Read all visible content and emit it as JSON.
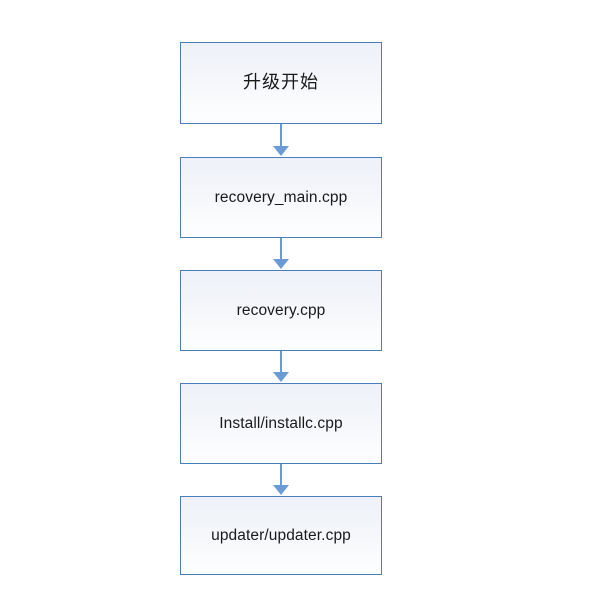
{
  "diagram": {
    "type": "flowchart",
    "orientation": "vertical-top-down",
    "background_color": "#ffffff",
    "node_border_color": "#4a7ebb",
    "node_fill_top_color": "#eef1f8",
    "node_fill_bottom_color": "#fdfefe",
    "connector_color": "#6a9bd5",
    "text_color": "#1a1a1a",
    "nodes": [
      {
        "id": "node-0",
        "label": "升级开始",
        "script": "cjk"
      },
      {
        "id": "node-1",
        "label": "recovery_main.cpp",
        "script": "latin"
      },
      {
        "id": "node-2",
        "label": "recovery.cpp",
        "script": "latin"
      },
      {
        "id": "node-3",
        "label": "Install/installc.cpp",
        "script": "latin"
      },
      {
        "id": "node-4",
        "label": "updater/updater.cpp",
        "script": "latin"
      }
    ],
    "connectors": [
      {
        "id": "connector-0",
        "from": "node-0",
        "to": "node-1",
        "arrowhead": "solid-triangle-down"
      },
      {
        "id": "connector-1",
        "from": "node-1",
        "to": "node-2",
        "arrowhead": "solid-triangle-down"
      },
      {
        "id": "connector-2",
        "from": "node-2",
        "to": "node-3",
        "arrowhead": "solid-triangle-down"
      },
      {
        "id": "connector-3",
        "from": "node-3",
        "to": "node-4",
        "arrowhead": "solid-triangle-down"
      }
    ]
  }
}
